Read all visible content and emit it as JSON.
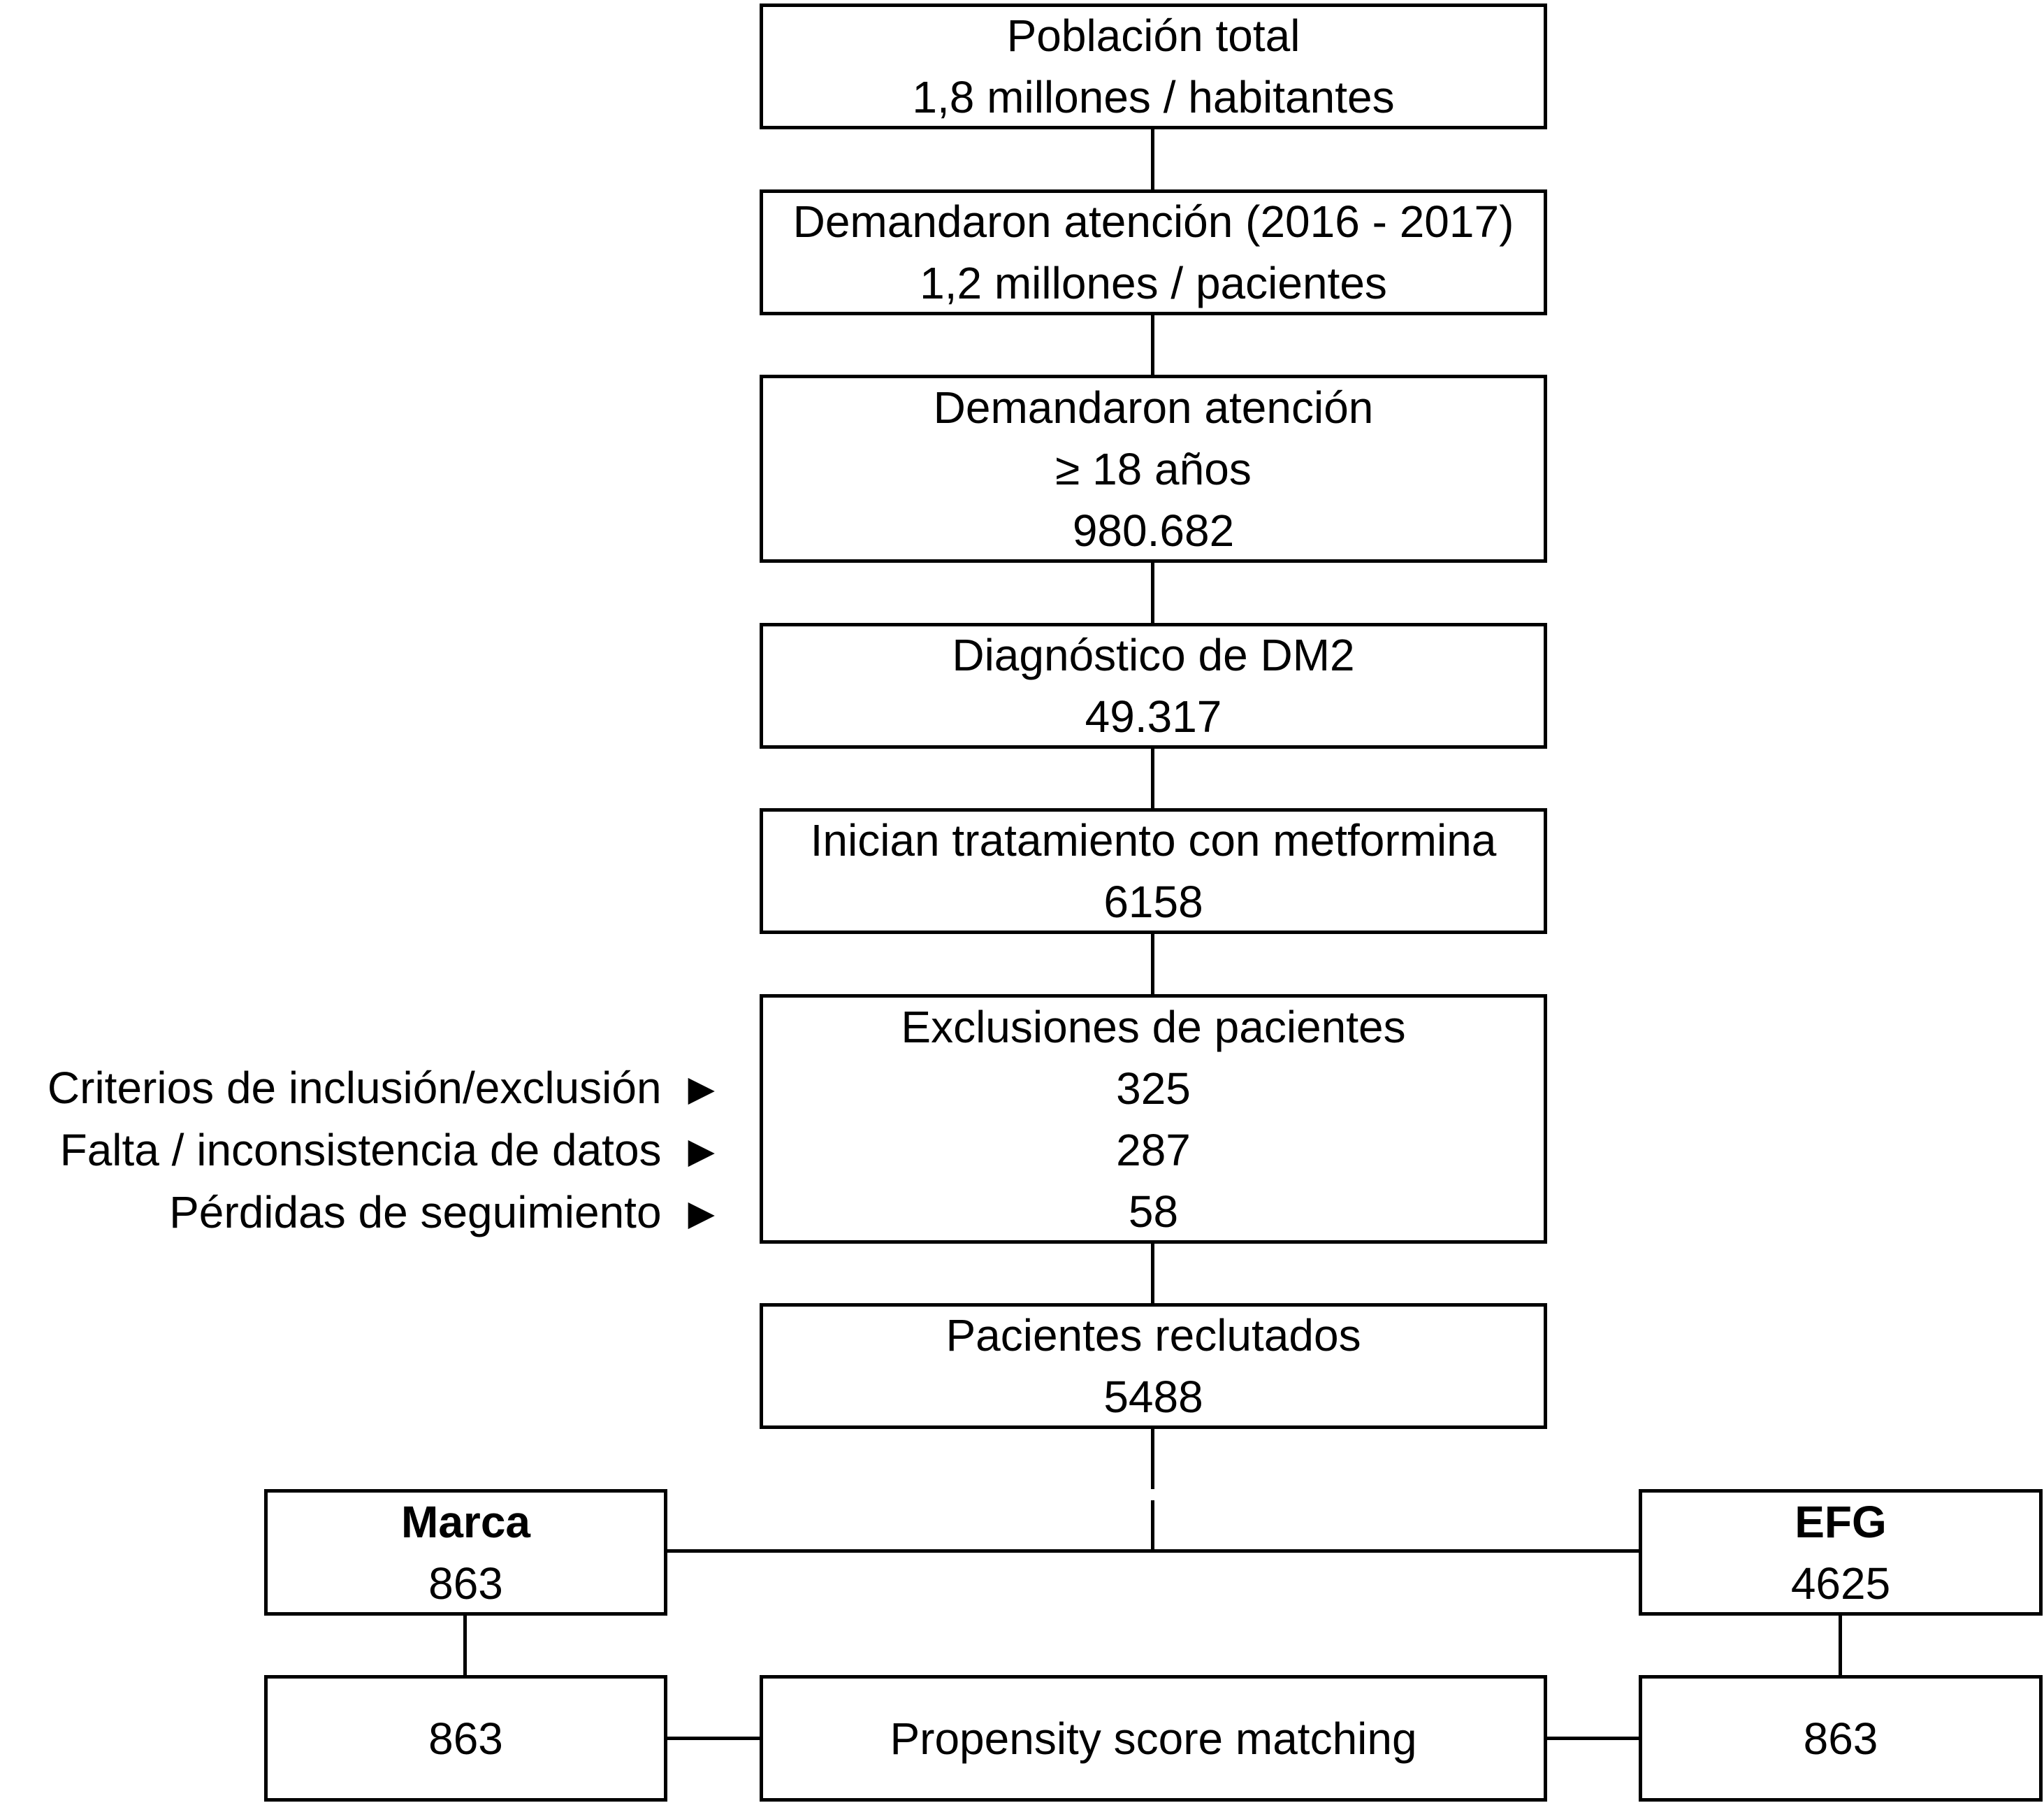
{
  "boxes": {
    "poblacion": {
      "line1": "Población total",
      "line2": "1,8 millones / habitantes"
    },
    "demanda": {
      "line1": "Demandaron atención (2016 - 2017)",
      "line2": "1,2 millones / pacientes"
    },
    "adultos": {
      "line1": "Demandaron atención",
      "line2": "≥ 18 años",
      "line3": "980.682"
    },
    "dm2": {
      "line1": "Diagnóstico de DM2",
      "line2": "49.317"
    },
    "metformina": {
      "line1": "Inician tratamiento con metformina",
      "line2": "6158"
    },
    "exclusiones": {
      "line1": "Exclusiones de pacientes",
      "values": [
        "325",
        "287",
        "58"
      ]
    },
    "reclutados": {
      "line1": "Pacientes reclutados",
      "line2": "5488"
    },
    "marca": {
      "line1": "Marca",
      "line2": "863"
    },
    "efg": {
      "line1": "EFG",
      "line2": "4625"
    },
    "marca_matched": {
      "value": "863"
    },
    "psm": {
      "label": "Propensity score matching"
    },
    "efg_matched": {
      "value": "863"
    }
  },
  "exclusion_reasons": [
    "Criterios de inclusión/exclusión",
    "Falta / inconsistencia de datos",
    "Pérdidas de seguimiento"
  ],
  "icons": {
    "pointer": "▶"
  }
}
